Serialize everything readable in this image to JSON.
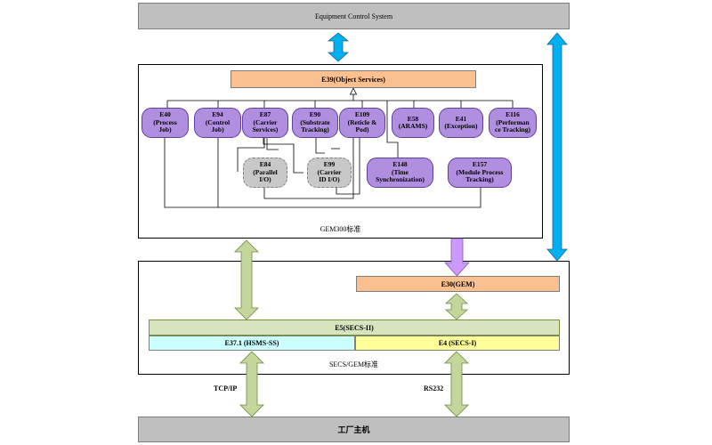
{
  "top_bar": {
    "label": "Equipment Control System"
  },
  "bottom_bar": {
    "label": "工厂主机"
  },
  "gem300": {
    "caption": "GEM300标准",
    "object_services": "E39(Object Services)",
    "standards": {
      "e40": "E40\n(Process\nJob)",
      "e94": "E94\n(Control\nJob)",
      "e87": "E87\n(Carrier\nServices)",
      "e90": "E90\n(Substrate\nTracking)",
      "e109": "E109\n(Reticle &\nPod)",
      "e58": "E58\n(ARAMS)",
      "e41": "E41\n(Exception)",
      "e116": "E116\n(Performan\nce Tracking)",
      "e84": "E84\n(Parallel\nI/O)",
      "e99": "E99\n(Carrier\nID I/O)",
      "e148": "E148\n(Time\nSynchronization)",
      "e157": "E157\n(Module Process\nTracking)"
    }
  },
  "secs_gem": {
    "caption": "SECS/GEM标准",
    "e30": "E30(GEM)",
    "e5": "E5(SECS-II)",
    "e37": "E37.1 (HSMS-SS)",
    "e4": "E4 (SECS-I)"
  },
  "links": {
    "tcp": "TCP/IP",
    "rs232": "RS232"
  },
  "colors": {
    "blue_arrow": "#00b0f0",
    "green_arrow": "#c3d69b",
    "purple_arrow": "#cc99ff",
    "e5_band": "#d7e4bd",
    "e37_band": "#ccffff",
    "e4_band": "#ffff99"
  }
}
